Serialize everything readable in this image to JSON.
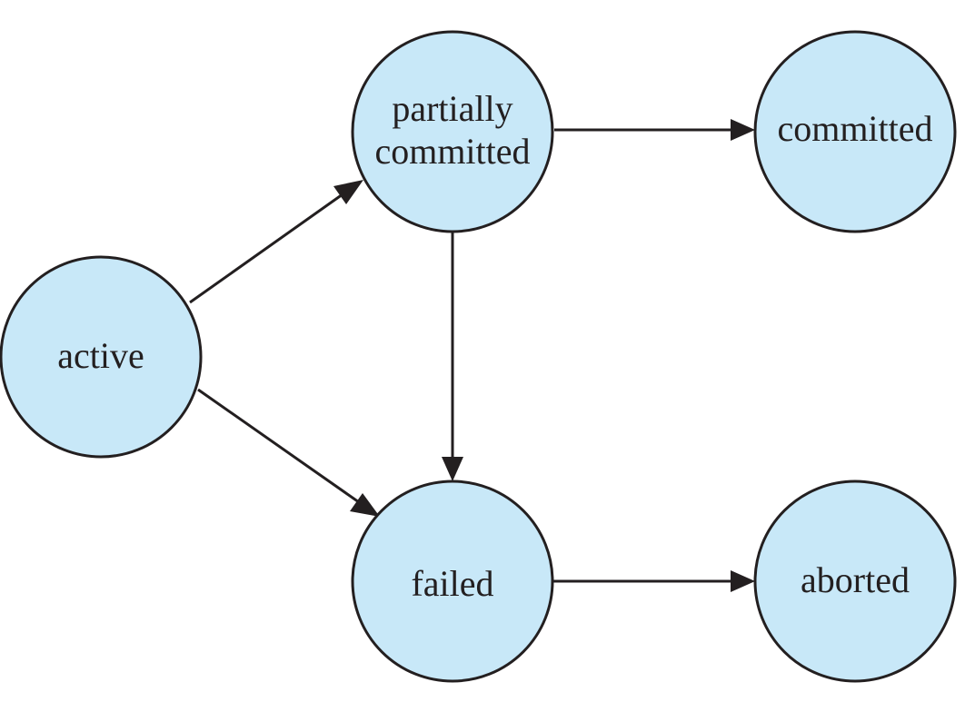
{
  "colors": {
    "node_fill": "#c8e8f8",
    "stroke": "#231f20",
    "background": "#ffffff"
  },
  "states": {
    "active": {
      "label": "active"
    },
    "partially_committed": {
      "label_line1": "partially",
      "label_line2": "committed"
    },
    "committed": {
      "label": "committed"
    },
    "failed": {
      "label": "failed"
    },
    "aborted": {
      "label": "aborted"
    }
  },
  "transitions": [
    {
      "from": "active",
      "to": "partially_committed"
    },
    {
      "from": "active",
      "to": "failed"
    },
    {
      "from": "partially_committed",
      "to": "committed"
    },
    {
      "from": "partially_committed",
      "to": "failed"
    },
    {
      "from": "failed",
      "to": "aborted"
    }
  ]
}
